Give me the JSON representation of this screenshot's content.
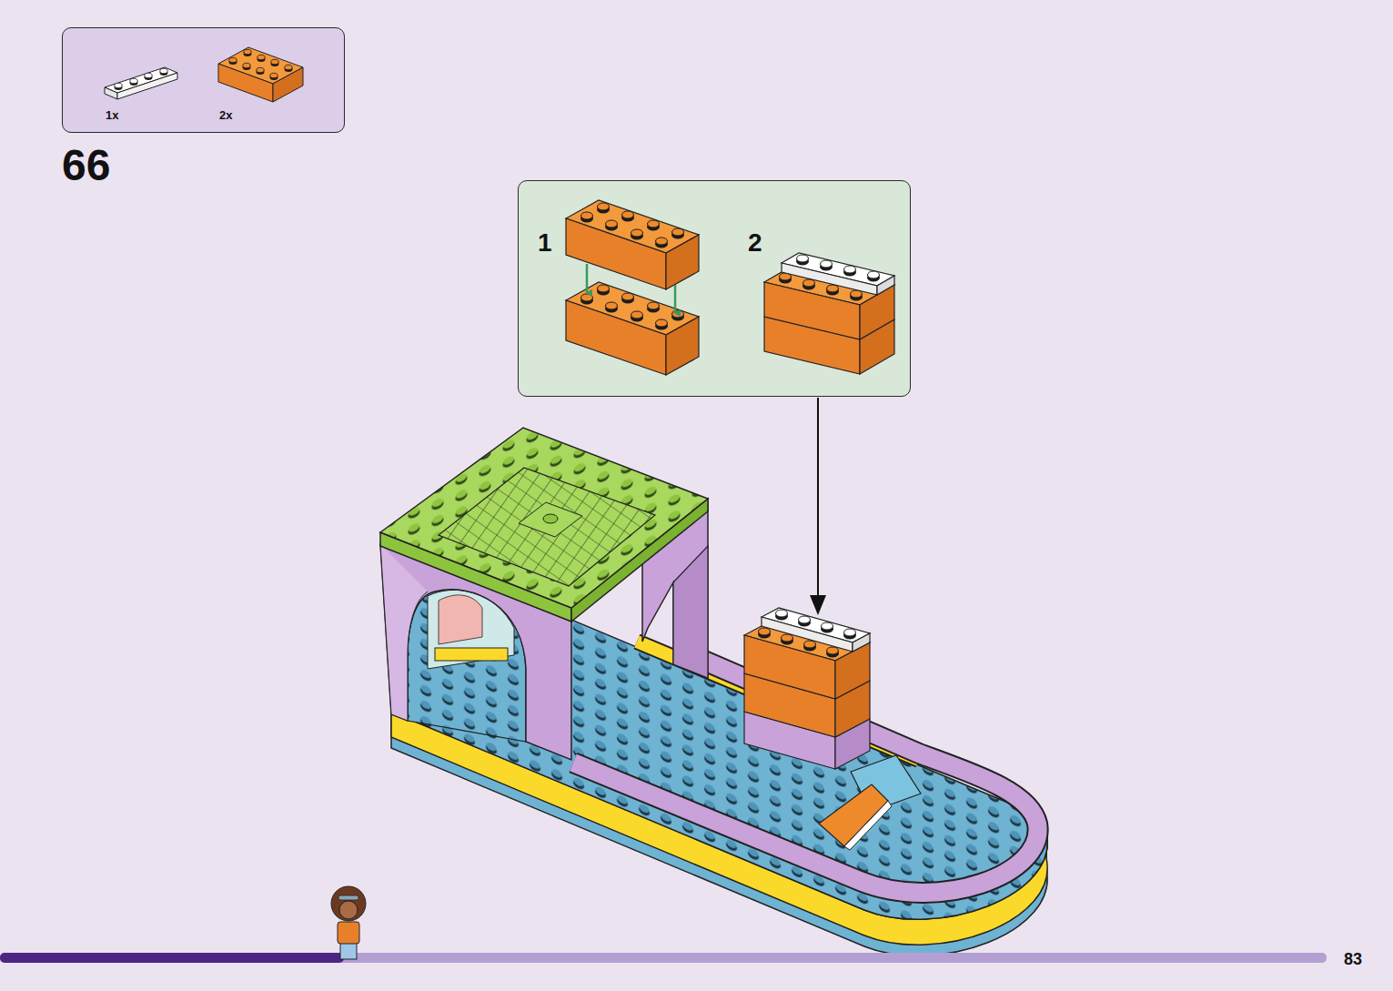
{
  "diagram": {
    "nodes": [
      {
        "text": [
          "1x",
          "2x"
        ]
      },
      {
        "text": [
          "1",
          "2"
        ]
      }
    ],
    "labels": [
      "66",
      "83"
    ]
  }
}
